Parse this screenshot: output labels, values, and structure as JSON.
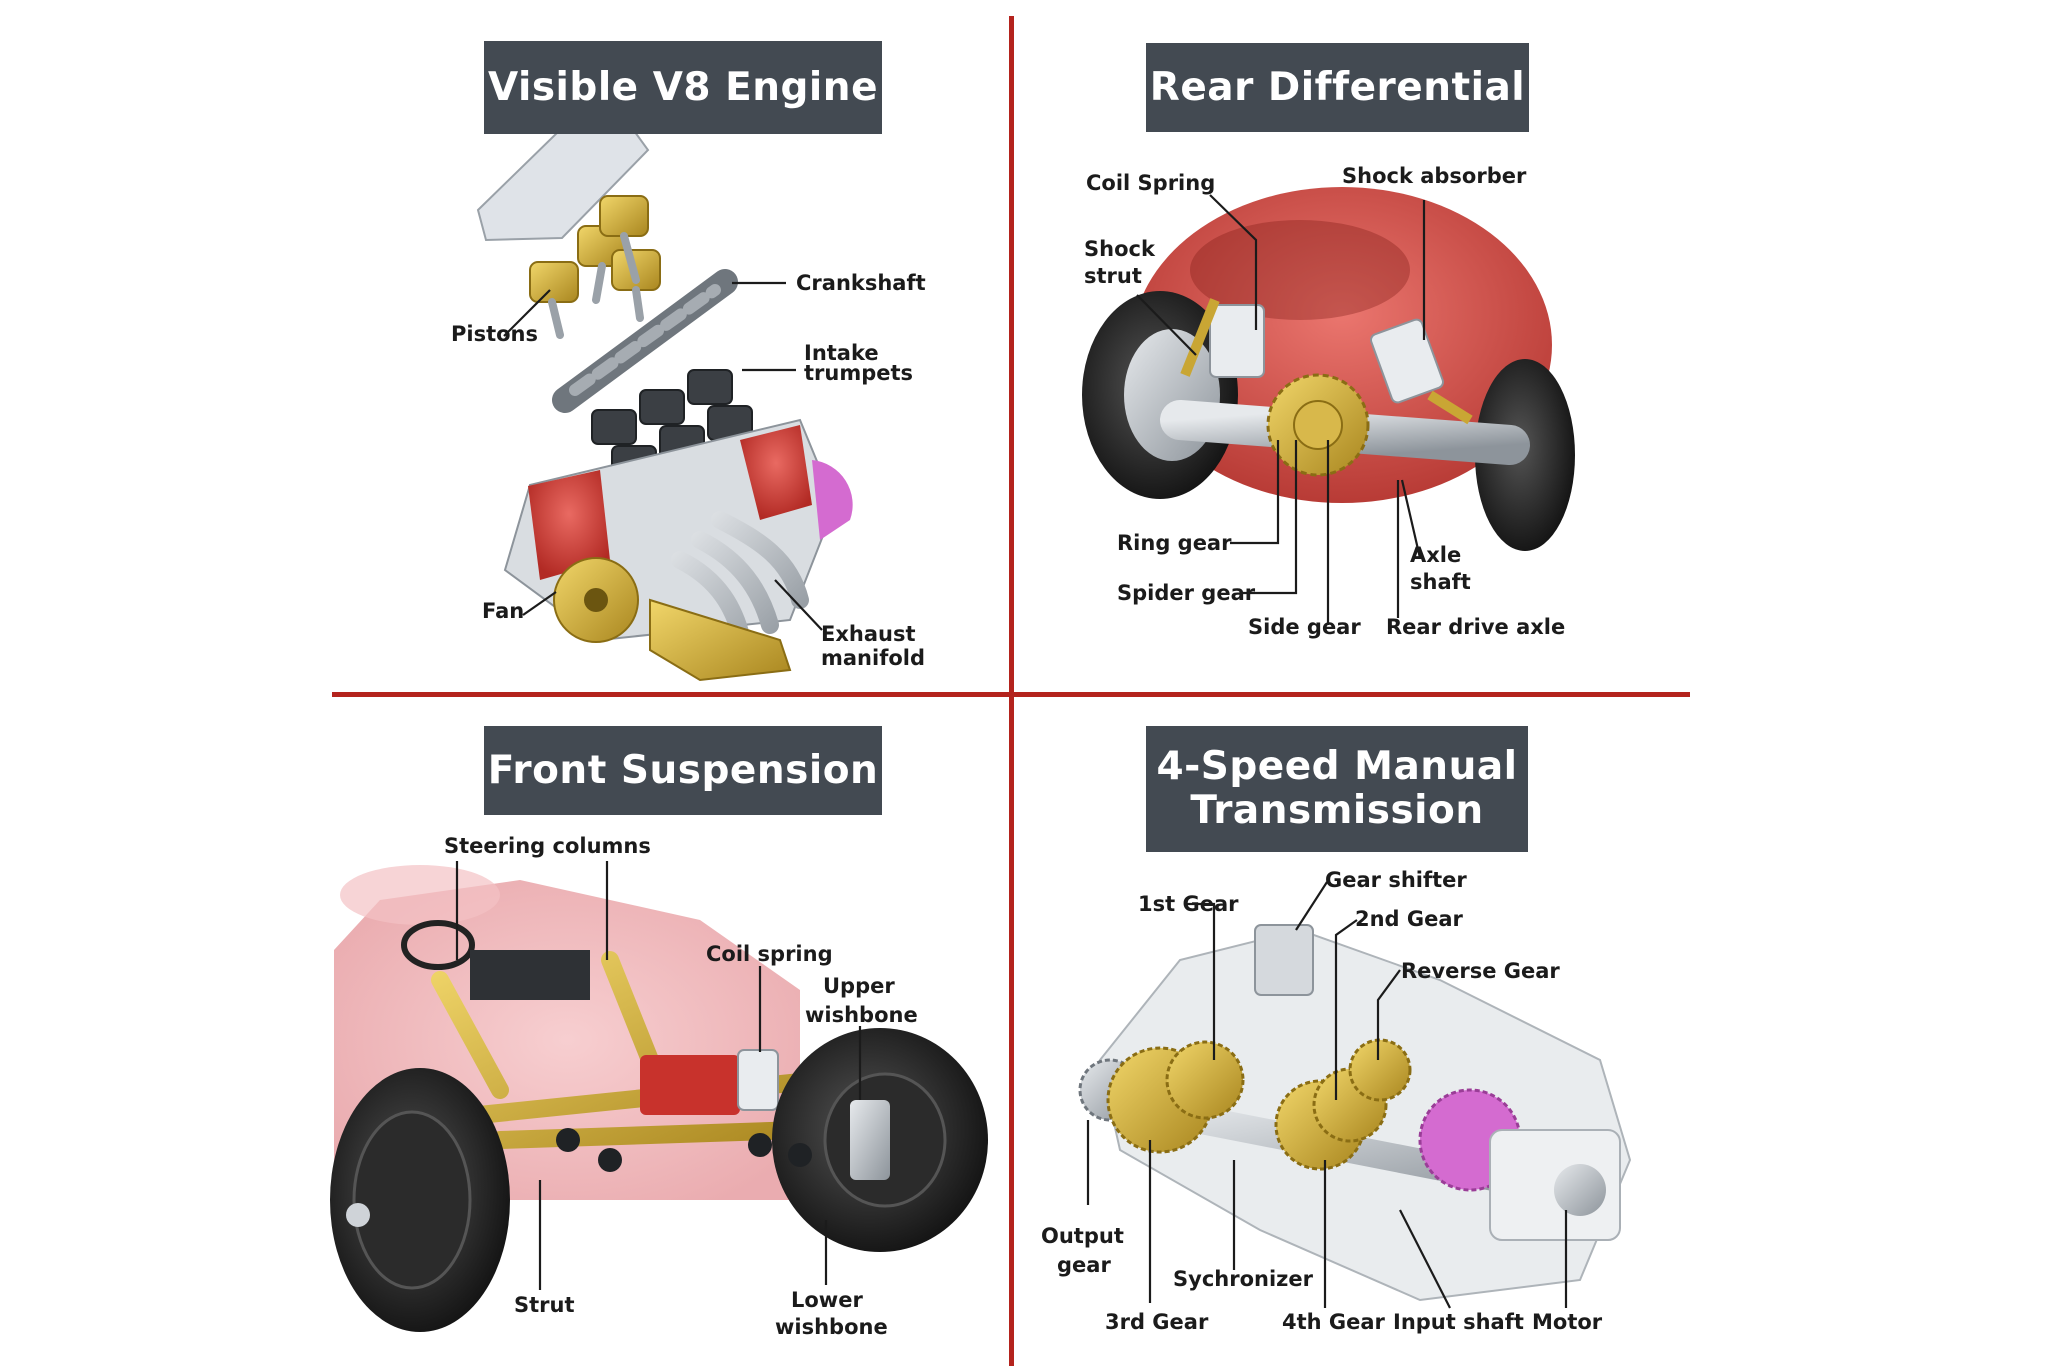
{
  "panels": {
    "engine": {
      "title": "Visible V8 Engine",
      "labels": {
        "pistons": "Pistons",
        "crankshaft": "Crankshaft",
        "intake_1": "Intake",
        "intake_2": "trumpets",
        "fan": "Fan",
        "exhaust_1": "Exhaust",
        "exhaust_2": "manifold"
      }
    },
    "differential": {
      "title": "Rear Differential",
      "labels": {
        "coil_spring": "Coil Spring",
        "shock_absorber": "Shock absorber",
        "shock_strut_1": "Shock",
        "shock_strut_2": "strut",
        "ring_gear": "Ring gear",
        "spider_gear": "Spider gear",
        "side_gear": "Side gear",
        "axle_shaft_1": "Axle",
        "axle_shaft_2": "shaft",
        "rear_drive_axle": "Rear drive axle"
      }
    },
    "front_suspension": {
      "title": "Front Suspension",
      "labels": {
        "steering_columns": "Steering columns",
        "coil_spring": "Coil spring",
        "upper_wishbone_1": "Upper",
        "upper_wishbone_2": "wishbone",
        "strut": "Strut",
        "lower_wishbone_1": "Lower",
        "lower_wishbone_2": "wishbone"
      }
    },
    "transmission": {
      "title_line1": "4-Speed Manual",
      "title_line2": "Transmission",
      "labels": {
        "gear_shifter": "Gear shifter",
        "first_gear": "1st Gear",
        "second_gear": "2nd Gear",
        "reverse_gear": "Reverse Gear",
        "output_gear_1": "Output",
        "output_gear_2": "gear",
        "sychronizer": "Sychronizer",
        "third_gear": "3rd Gear",
        "fourth_gear": "4th Gear",
        "input_shaft": "Input shaft",
        "motor": "Motor"
      }
    }
  },
  "colors": {
    "divider": "#b4231d",
    "title_bg": "#434a52",
    "gold": "#c9a634",
    "red": "#c8322c",
    "silver": "#b7bcc2",
    "tire": "#222222",
    "pink": "#d46bd0"
  }
}
